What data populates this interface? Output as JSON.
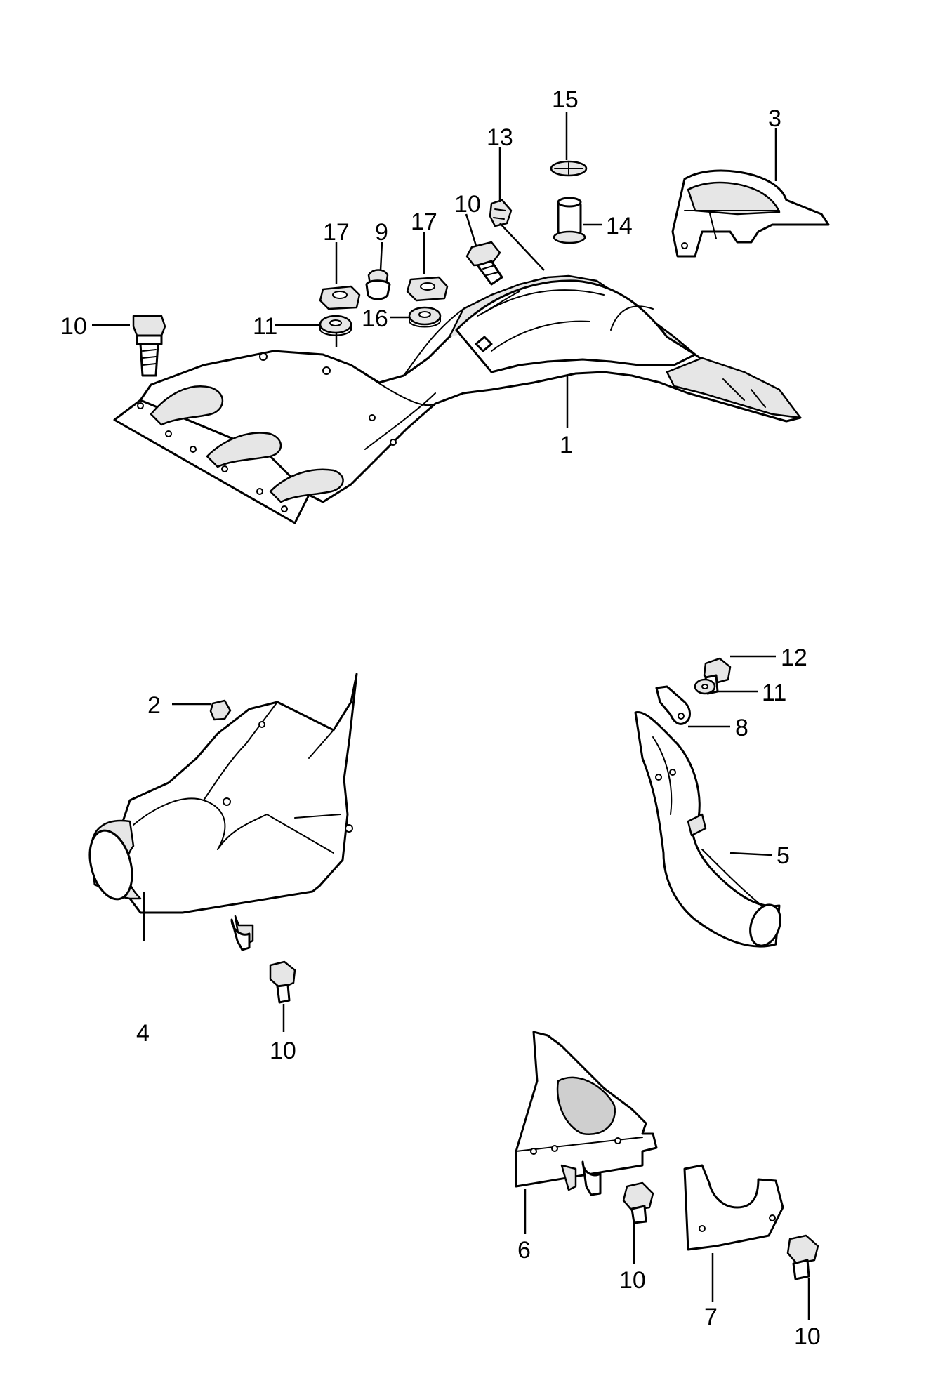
{
  "callouts": {
    "c1": "1",
    "c2": "2",
    "c3": "3",
    "c4": "4",
    "c5": "5",
    "c6": "6",
    "c7": "7",
    "c8": "8",
    "c9": "9",
    "c10a": "10",
    "c10b": "10",
    "c10c": "10",
    "c10d": "10",
    "c10e": "10",
    "c11a": "11",
    "c11b": "11",
    "c12": "12",
    "c13": "13",
    "c14": "14",
    "c15": "15",
    "c16": "16",
    "c17a": "17",
    "c17b": "17"
  }
}
